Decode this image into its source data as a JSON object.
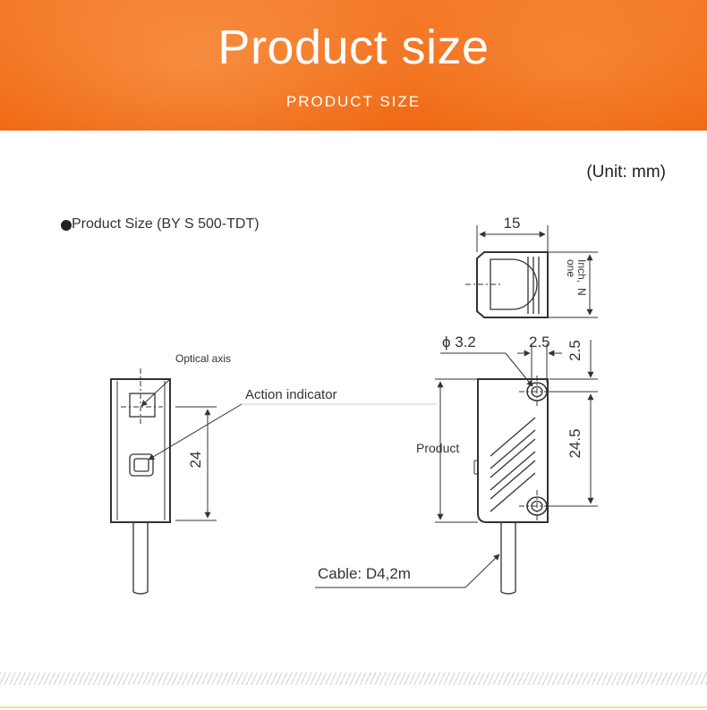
{
  "banner": {
    "title": "Product size",
    "subtitle": "PRODUCT SIZE"
  },
  "unit_label": "(Unit: mm)",
  "product_size_label": "Product Size (BY S 500-TDT)",
  "diagram": {
    "optical_axis": "Optical axis",
    "action_indicator": "Action indicator",
    "product": "Product",
    "cable": "Cable: D4,2m",
    "dim_24": "24",
    "dim_15": "15",
    "dim_phi": "ϕ 3.2",
    "dim_2_5_h": "2.5",
    "dim_2_5_v": "2.5",
    "dim_24_5": "24.5",
    "inch_note": "Inch,",
    "one_note": "one",
    "n_note": "N"
  },
  "colors": {
    "banner": "#f2721f",
    "line": "#333333"
  }
}
